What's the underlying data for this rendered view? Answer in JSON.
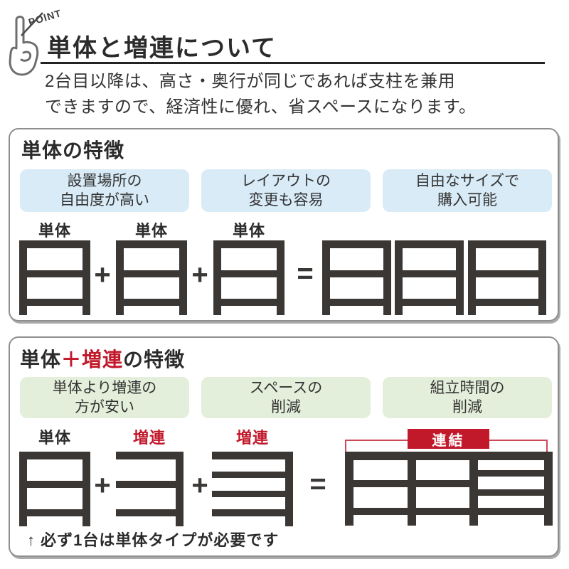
{
  "header": {
    "point_label": "POINT",
    "title": "単体と増連について",
    "description": "2台目以降は、高さ・奥行が同じであれば支柱を兼用\nできますので、経済性に優れ、省スペースになります。"
  },
  "single_section": {
    "title": "単体の特徴",
    "chips": [
      "設置場所の\n自由度が高い",
      "レイアウトの\n変更も容易",
      "自由なサイズで\n購入可能"
    ],
    "unit_labels": [
      "単体",
      "単体",
      "単体"
    ],
    "plus_sign": "+",
    "equals_sign": "="
  },
  "combo_section": {
    "title_part1": "単体",
    "title_part2": "＋増連",
    "title_part3": "の特徴",
    "chips": [
      "単体より増連の\n方が安い",
      "スペースの\n削減",
      "組立時間の\n削減"
    ],
    "unit_label_single": "単体",
    "unit_label_ext1": "増連",
    "unit_label_ext2": "増連",
    "link_label": "連結",
    "plus_sign": "+",
    "equals_sign": "=",
    "note": "↑ 必ず1台は単体タイプが必要です"
  },
  "colors": {
    "accent_red": "#c1182a",
    "chip_blue": "#d8ebf7",
    "chip_green": "#e4efdb",
    "shelf_dark": "#3b3735",
    "panel_border": "#8f8f8f"
  }
}
